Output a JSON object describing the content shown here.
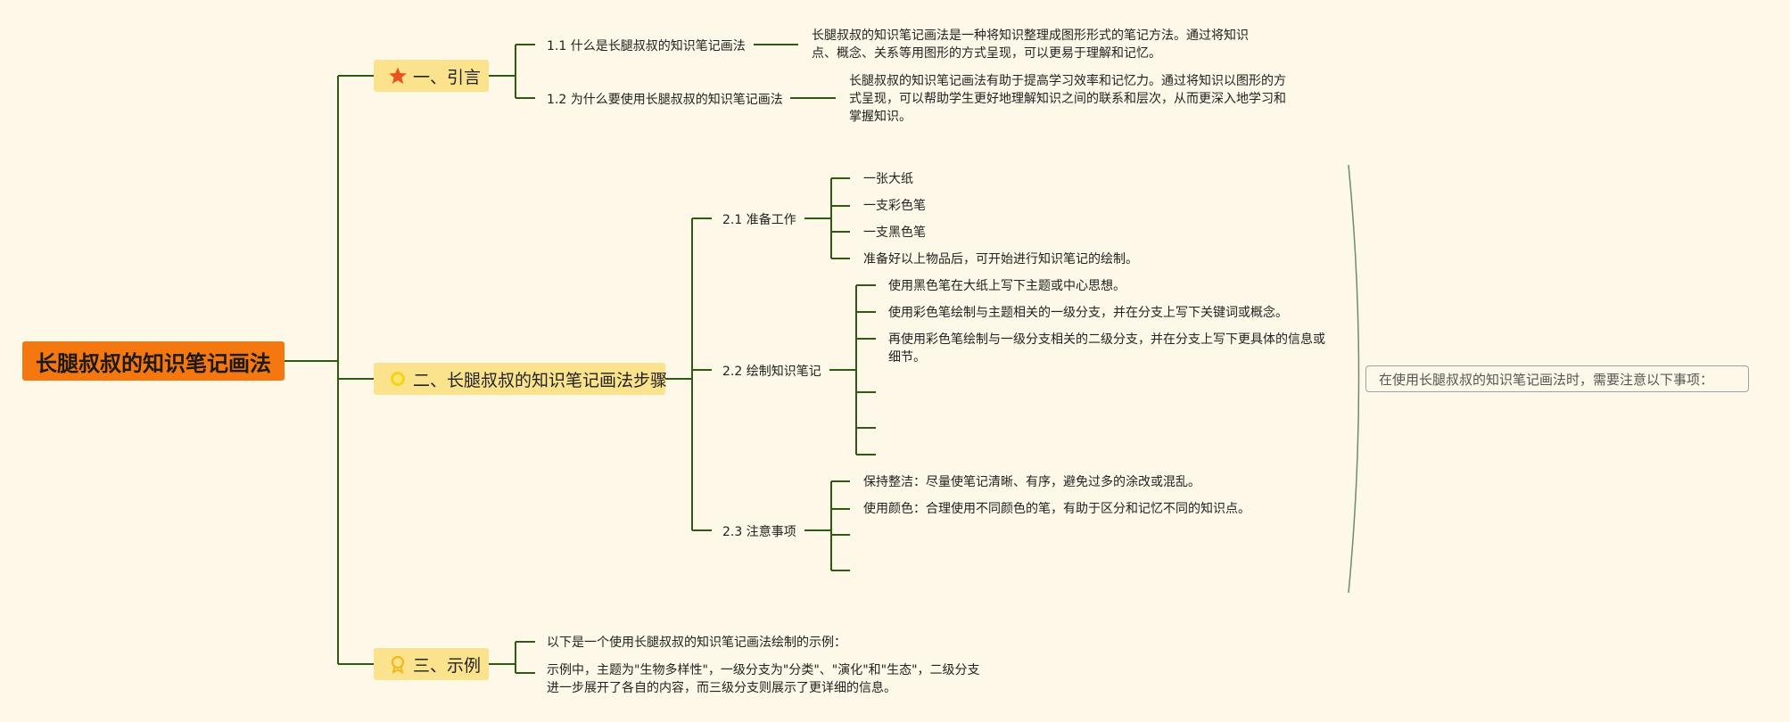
{
  "root": "长腿叔叔的知识笔记画法",
  "sections": {
    "intro": {
      "title": "一、引言",
      "icon": "star-icon",
      "items": [
        {
          "label": "1.1 什么是长腿叔叔的知识笔记画法",
          "detail": "长腿叔叔的知识笔记画法是一种将知识整理成图形形式的笔记方法。通过将知识点、概念、关系等用图形的方式呈现，可以更易于理解和记忆。"
        },
        {
          "label": "1.2 为什么要使用长腿叔叔的知识笔记画法",
          "detail": "长腿叔叔的知识笔记画法有助于提高学习效率和记忆力。通过将知识以图形的方式呈现，可以帮助学生更好地理解知识之间的联系和层次，从而更深入地学习和掌握知识。"
        }
      ]
    },
    "steps": {
      "title": "二、长腿叔叔的知识笔记画法步骤",
      "icon": "sun-icon",
      "prep": {
        "label": "2.1 准备工作",
        "items": [
          "一张大纸",
          "一支彩色笔",
          "一支黑色笔",
          "准备好以上物品后，可开始进行知识笔记的绘制。"
        ]
      },
      "draw": {
        "label": "2.2 绘制知识笔记",
        "items": [
          "使用黑色笔在大纸上写下主题或中心思想。",
          "使用彩色笔绘制与主题相关的一级分支，并在分支上写下关键词或概念。",
          "再使用彩色笔绘制与一级分支相关的二级分支，并在分支上写下更具体的信息或细节。"
        ]
      },
      "notes": {
        "label": "2.3 注意事项",
        "items": [
          "保持整洁：尽量使笔记清晰、有序，避免过多的涂改或混乱。",
          "使用颜色：合理使用不同颜色的笔，有助于区分和记忆不同的知识点。"
        ]
      },
      "callout": "在使用长腿叔叔的知识笔记画法时，需要注意以下事项："
    },
    "example": {
      "title": "三、示例",
      "icon": "award-icon",
      "items": [
        "以下是一个使用长腿叔叔的知识笔记画法绘制的示例：",
        "示例中，主题为\"生物多样性\"，一级分支为\"分类\"、\"演化\"和\"生态\"，二级分支进一步展开了各自的内容，而三级分支则展示了更详细的信息。"
      ]
    }
  },
  "colors": {
    "line": "#2f5a12",
    "root": "#f5770f",
    "branch": "#fbe38e",
    "background": "#fdf8e7"
  }
}
